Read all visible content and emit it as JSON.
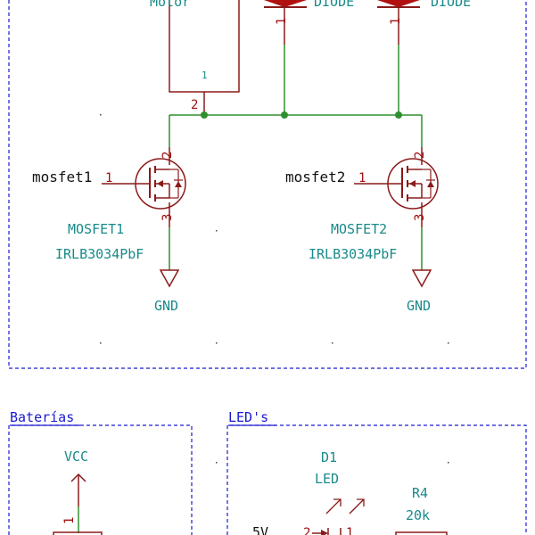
{
  "colors": {
    "frame": "#1a1ad0",
    "frame_label": "#1a1ad0",
    "wire": "#2f8f2f",
    "component": "#8b1a1a",
    "text": "#1a8a8a",
    "net_label": "#111111",
    "pin_number": "#a01010",
    "junction": "#2f8f2f",
    "diode_fill": "#b01010",
    "grid": "#444444"
  },
  "top_section": {
    "motor_label": "Motor",
    "motor_pin_2": "2",
    "motor_pin_1": "1",
    "diode1": {
      "value": "DIODE",
      "pin": "1"
    },
    "diode2": {
      "value": "DIODE",
      "pin": "1"
    },
    "mosfet1": {
      "net_label": "mosfet1",
      "gate_pin": "1",
      "drain_pin": "2",
      "source_pin": "3",
      "reference": "MOSFET1",
      "value": "IRLB3034PbF",
      "gnd": "GND"
    },
    "mosfet2": {
      "net_label": "mosfet2",
      "gate_pin": "1",
      "drain_pin": "2",
      "source_pin": "3",
      "reference": "MOSFET2",
      "value": "IRLB3034PbF",
      "gnd": "GND"
    }
  },
  "baterias": {
    "title": "Baterías",
    "vcc": "VCC",
    "pin": "1"
  },
  "leds": {
    "title": "LED's",
    "d1_ref": "D1",
    "d1_value": "LED",
    "r4_ref": "R4",
    "r4_value": "20k",
    "net_5v": "5V",
    "pin_2": "2",
    "pin_1": "1"
  }
}
